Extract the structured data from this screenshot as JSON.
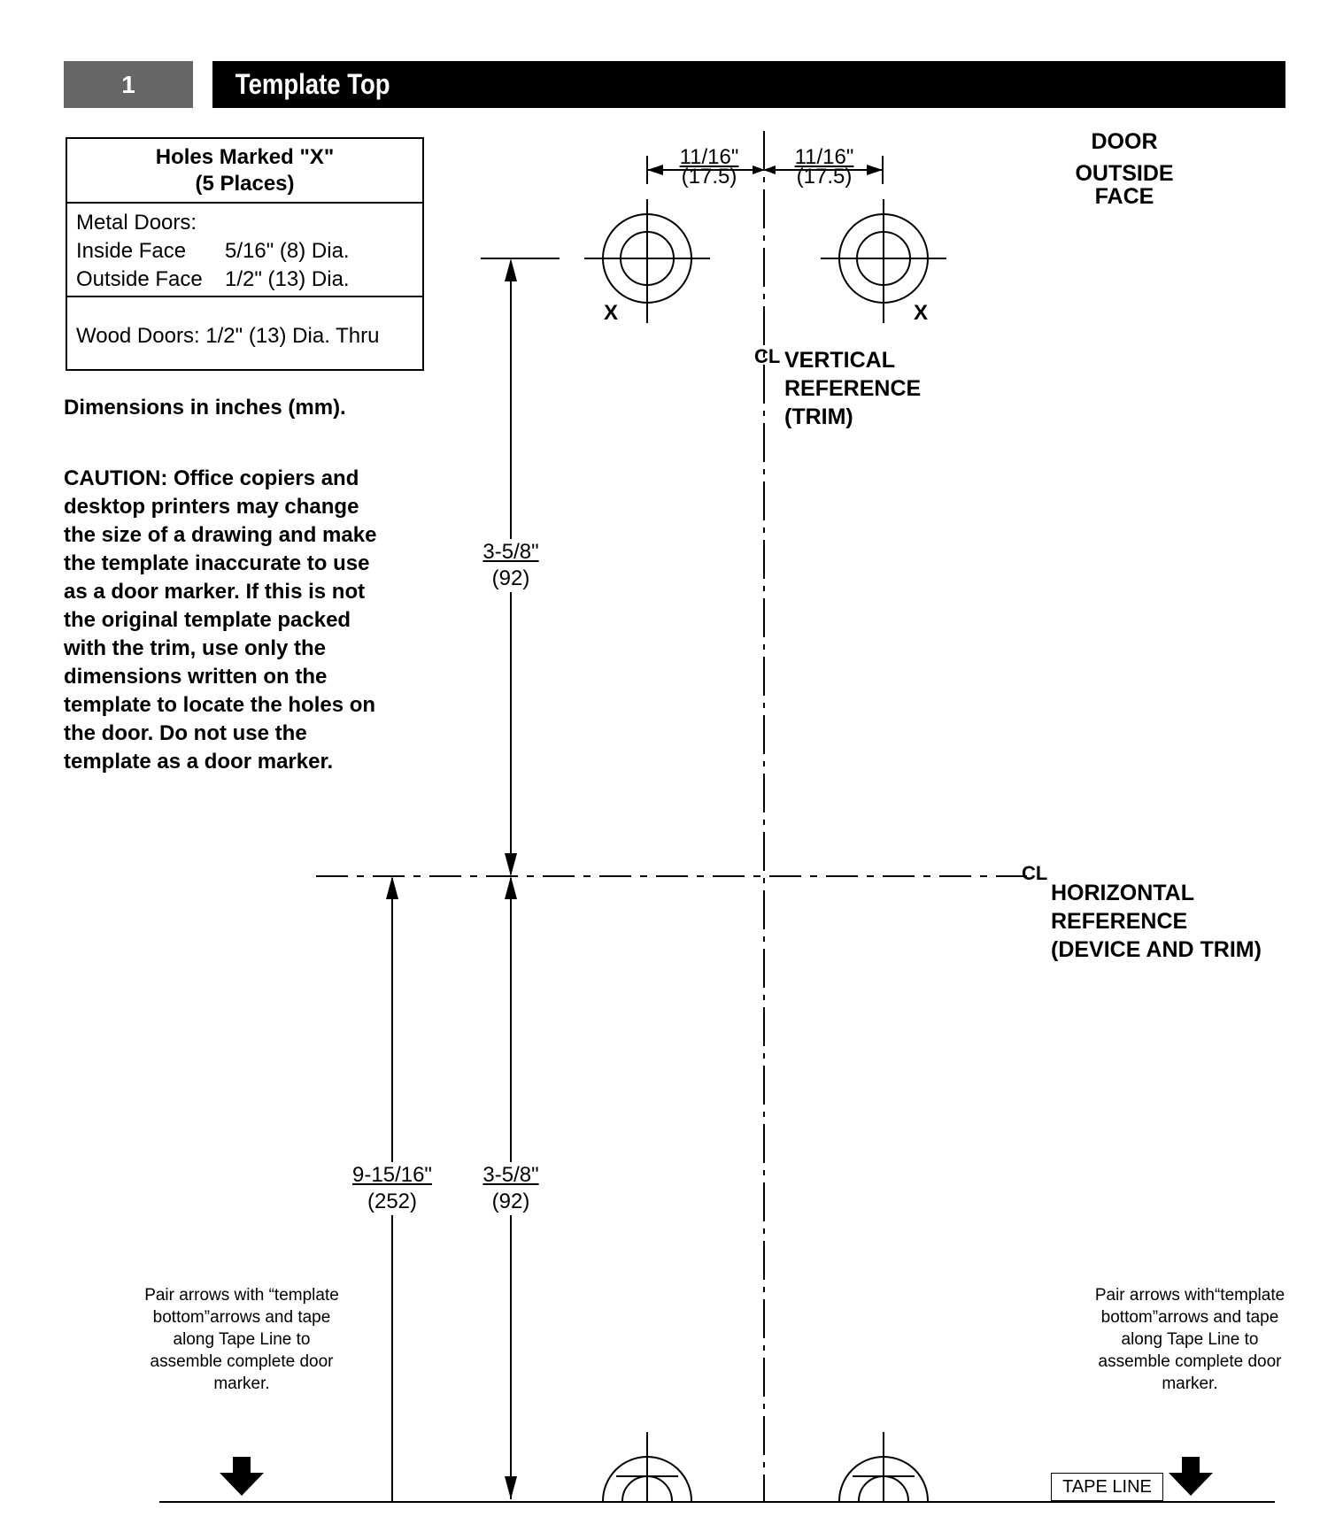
{
  "header": {
    "step_number": "1",
    "title": "Template Top"
  },
  "holes_table": {
    "heading": "Holes Marked \"X\"",
    "subheading": "(5 Places)",
    "metal_title": "Metal Doors:",
    "inside_label": "Inside Face",
    "inside_value": "5/16\" (8) Dia.",
    "outside_label": "Outside Face",
    "outside_value": "1/2\" (13) Dia.",
    "wood": "Wood Doors:  1/2\" (13) Dia. Thru"
  },
  "dimensions_note": "Dimensions in inches (mm).",
  "caution": "CAUTION: Office copiers and desktop printers may change the size of a drawing and make the template inaccurate to use as a door marker. If this is not the original template packed with the trim, use only the dimensions written on the template to locate the holes on the door. Do not use the template as a door marker.",
  "door_face": {
    "line1": "DOOR",
    "line2": "OUTSIDE",
    "line3": "FACE"
  },
  "vertical_reference": {
    "symbol": "CL",
    "line1": "VERTICAL",
    "line2": "REFERENCE",
    "line3": "(TRIM)"
  },
  "horizontal_reference": {
    "symbol": "CL",
    "line1": "HORIZONTAL",
    "line2": "REFERENCE",
    "line3": "(DEVICE AND TRIM)"
  },
  "hole_marker": "X",
  "dimensions": {
    "top_left": {
      "inch": "11/16\"",
      "mm": "(17.5)"
    },
    "top_right": {
      "inch": "11/16\"",
      "mm": "(17.5)"
    },
    "upper_vertical": {
      "inch": "3-5/8\"",
      "mm": "(92)"
    },
    "lower_vertical": {
      "inch": "3-5/8\"",
      "mm": "(92)"
    },
    "bottom_total": {
      "inch": "9-15/16\"",
      "mm": "(252)"
    }
  },
  "pair_note_left": "Pair arrows with “template bottom”arrows and tape along Tape Line to assemble complete door marker.",
  "pair_note_right": "Pair arrows with“template bottom”arrows and tape along Tape Line to assemble complete door marker.",
  "tape_line": "TAPE LINE"
}
